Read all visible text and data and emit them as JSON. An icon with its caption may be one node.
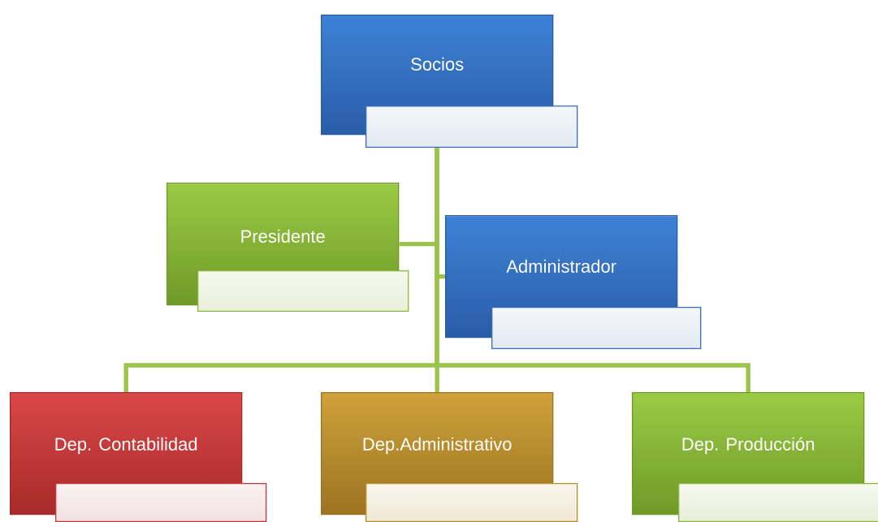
{
  "diagram": {
    "nodes": [
      {
        "text": [
          "Socios"
        ]
      },
      {
        "text": [],
        "shape": "box"
      },
      {
        "text": [
          "Presidente"
        ]
      },
      {
        "text": [],
        "shape": "box"
      },
      {
        "text": [
          "Administrador"
        ]
      },
      {
        "text": [],
        "shape": "box"
      },
      {
        "text": [
          "Dep. Contabilidad"
        ]
      },
      {
        "text": [],
        "shape": "box"
      },
      {
        "text": [
          "Dep.Administrativo"
        ]
      },
      {
        "text": [],
        "shape": "box"
      },
      {
        "text": [
          "Dep. Producción"
        ]
      },
      {
        "text": [],
        "shape": "box"
      }
    ],
    "edges": [
      {
        "from": 1,
        "to": 2,
        "arrow": "none"
      },
      {
        "from": 1,
        "to": 4,
        "arrow": "none"
      },
      {
        "from": 1,
        "to": 6,
        "arrow": "none"
      },
      {
        "from": 1,
        "to": 8,
        "arrow": "none"
      },
      {
        "from": 1,
        "to": 10,
        "arrow": "none"
      }
    ]
  }
}
